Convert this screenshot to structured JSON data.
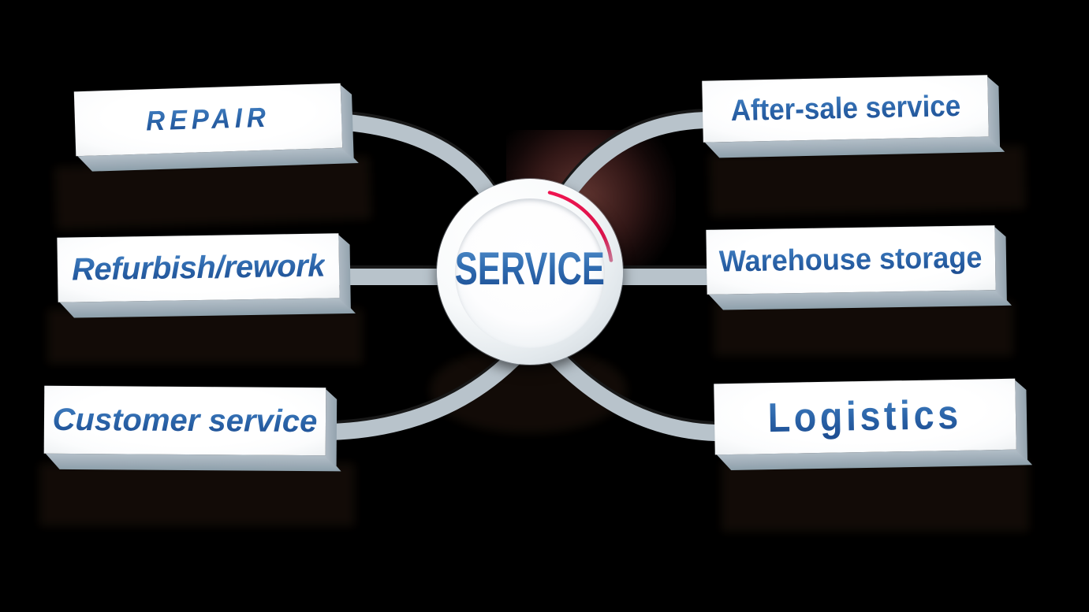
{
  "diagram": {
    "type": "hub-and-spoke",
    "center": {
      "label": "SERVICE"
    },
    "left_nodes": [
      {
        "label": "REPAIR"
      },
      {
        "label": "Refurbish/rework"
      },
      {
        "label": "Customer service"
      }
    ],
    "right_nodes": [
      {
        "label": "After-sale service"
      },
      {
        "label": "Warehouse storage"
      },
      {
        "label": "Logistics"
      }
    ],
    "colors": {
      "background": "#000000",
      "label_blue": "#2a63a8",
      "center_blue_top": "#5490cb",
      "center_blue_bottom": "#1b4b91",
      "accent_red_arc": "#e11450",
      "slab_side_gray": "#9fadb8",
      "connector_silver": "#b8c3cb",
      "connector_edge_dark": "#181818",
      "glow_maroon": "#70322f"
    }
  }
}
